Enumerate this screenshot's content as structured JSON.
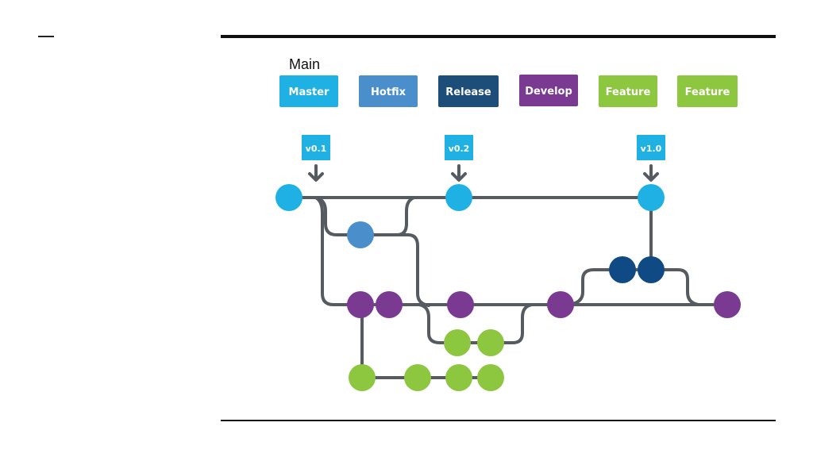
{
  "heading": "Main",
  "branches": [
    {
      "label": "Master",
      "color": "#1fb1e4"
    },
    {
      "label": "Hotfix",
      "color": "#4a8fcb"
    },
    {
      "label": "Release",
      "color": "#1d4e7a"
    },
    {
      "label": "Develop",
      "color": "#7b3a92"
    },
    {
      "label": "Feature",
      "color": "#8dc63f"
    },
    {
      "label": "Feature",
      "color": "#8dc63f"
    }
  ],
  "tags": [
    {
      "label": "v0.1"
    },
    {
      "label": "v0.2"
    },
    {
      "label": "v1.0"
    }
  ],
  "colors": {
    "master": "#1fb1e4",
    "hotfix": "#4a8fcb",
    "release": "#0f4a85",
    "develop": "#7b3a92",
    "feature": "#8dc63f",
    "line": "#555b60"
  }
}
